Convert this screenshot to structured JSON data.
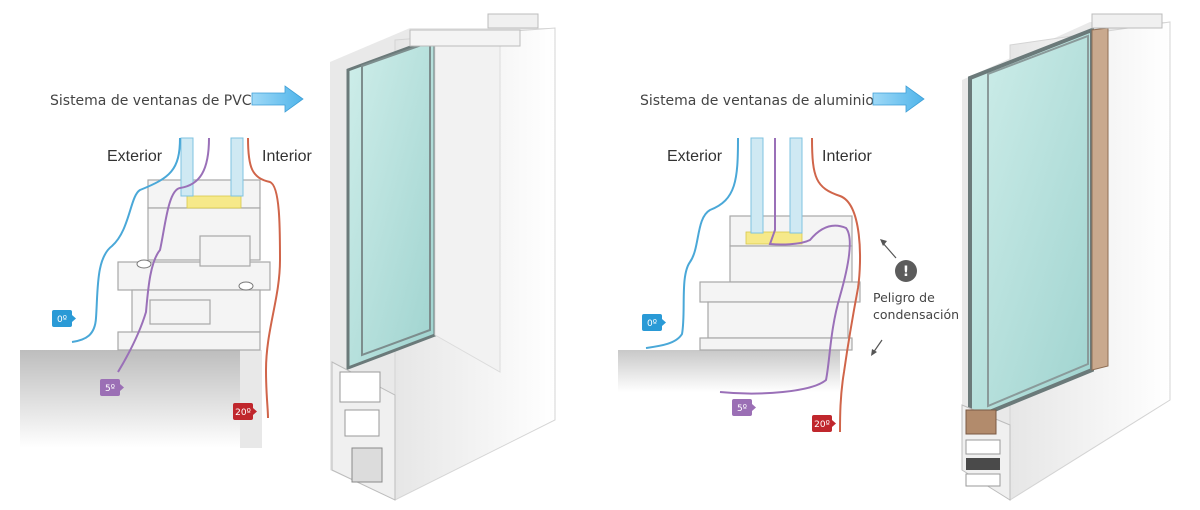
{
  "pvc": {
    "title": "Sistema de ventanas de PVC",
    "exterior": "Exterior",
    "interior": "Interior",
    "temp_exterior": "0º",
    "temp_frame": "5º",
    "temp_interior": "20º"
  },
  "aluminio": {
    "title": "Sistema de ventanas de aluminio",
    "exterior": "Exterior",
    "interior": "Interior",
    "temp_exterior": "0º",
    "temp_frame": "5º",
    "temp_interior": "20º",
    "warning_line1": "Peligro de",
    "warning_line2": "condensación",
    "warning_icon": "!"
  },
  "colors": {
    "exterior_line": "#4aa8d8",
    "frame_line": "#9a70b8",
    "interior_line": "#d0654a",
    "badge_exterior": "#2a9ad6",
    "badge_frame": "#9b6fb5",
    "badge_interior": "#c0272d",
    "arrow": "#6ec3ef",
    "glass": "#a9dcd9",
    "spacer": "#f6e98a"
  },
  "icons": [
    "arrow-right-icon",
    "warning-icon",
    "arrow-up-left-icon",
    "arrow-down-left-icon"
  ]
}
